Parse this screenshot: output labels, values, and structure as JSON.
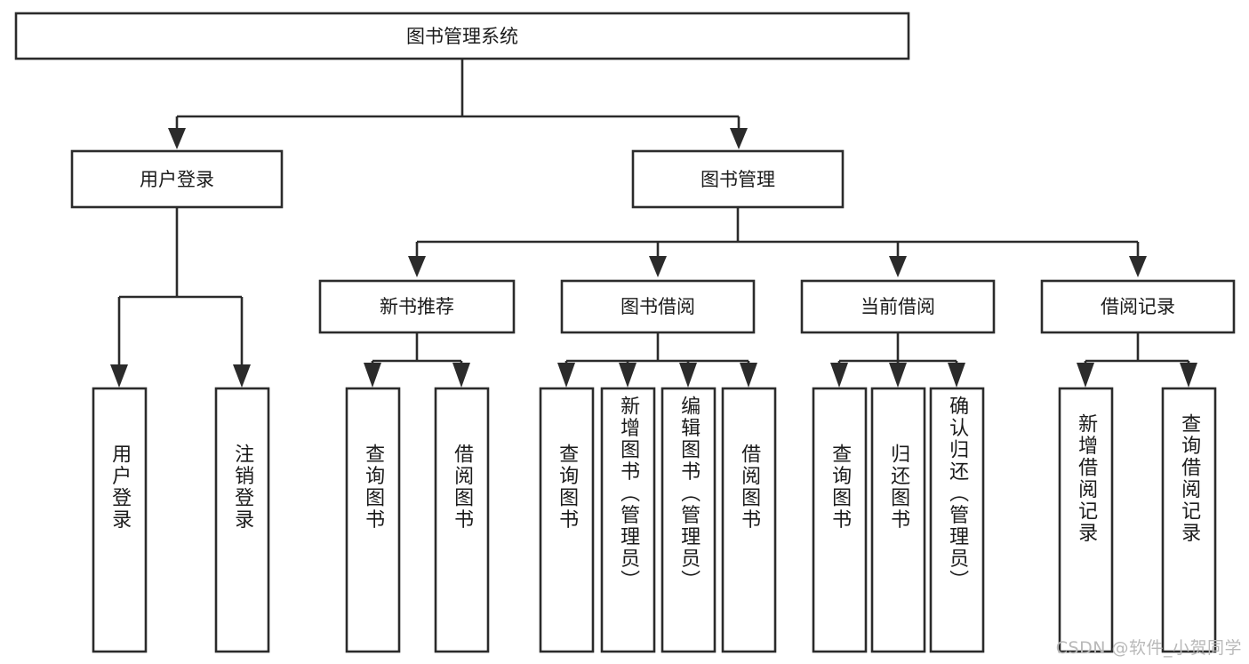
{
  "diagram": {
    "type": "tree-hierarchy",
    "title": "图书管理系统",
    "watermark": "CSDN @软件_小贺同学",
    "colors": {
      "box_stroke": "#2b2b2b",
      "box_fill": "#ffffff",
      "text": "#1b1b1b",
      "background": "#ffffff",
      "watermark": "#b9b9b9"
    },
    "root": {
      "label": "图书管理系统"
    },
    "level2": [
      {
        "label": "用户登录"
      },
      {
        "label": "图书管理"
      }
    ],
    "level3": [
      {
        "label": "新书推荐"
      },
      {
        "label": "图书借阅"
      },
      {
        "label": "当前借阅"
      },
      {
        "label": "借阅记录"
      }
    ],
    "leaves": {
      "user_login": [
        {
          "label": "用户登录"
        },
        {
          "label": "注销登录"
        }
      ],
      "new_book_recommend": [
        {
          "label": "查询图书"
        },
        {
          "label": "借阅图书"
        }
      ],
      "book_borrow": [
        {
          "label": "查询图书"
        },
        {
          "label": "新增图书（管理员）"
        },
        {
          "label": "编辑图书（管理员）"
        },
        {
          "label": "借阅图书"
        }
      ],
      "current_borrow": [
        {
          "label": "查询图书"
        },
        {
          "label": "归还图书"
        },
        {
          "label": "确认归还（管理员）"
        }
      ],
      "borrow_record": [
        {
          "label": "新增借阅记录"
        },
        {
          "label": "查询借阅记录"
        }
      ]
    }
  }
}
